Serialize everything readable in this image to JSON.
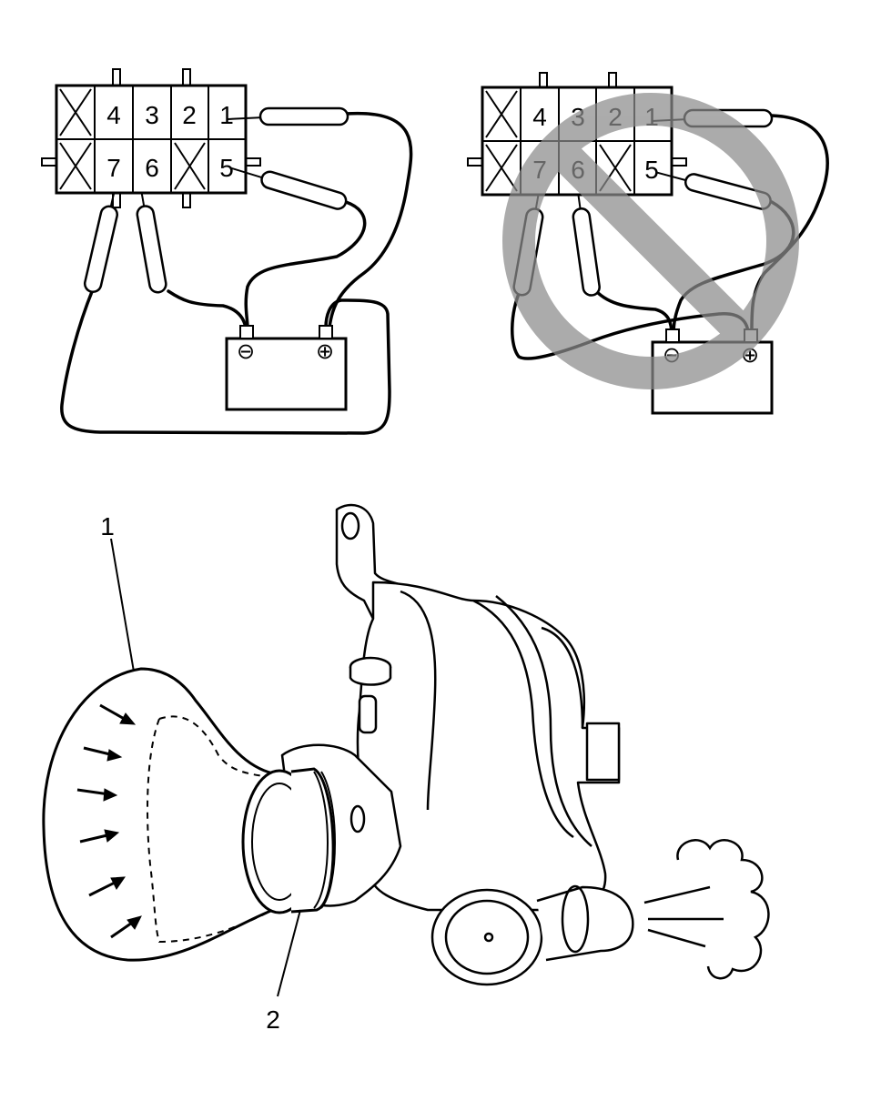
{
  "connector_left": {
    "pins_top": [
      "4",
      "3",
      "2",
      "1"
    ],
    "pins_bottom": [
      "7",
      "6",
      "5"
    ]
  },
  "connector_right": {
    "pins_top": [
      "4",
      "3",
      "2",
      "1"
    ],
    "pins_bottom": [
      "7",
      "6",
      "5"
    ]
  },
  "battery": {
    "negative_symbol": "⊖",
    "positive_symbol": "⊕"
  },
  "callouts": {
    "item_1": "1",
    "item_2": "2"
  },
  "colors": {
    "line": "#000000",
    "prohibition": "#9a9a9a",
    "background": "#ffffff"
  }
}
